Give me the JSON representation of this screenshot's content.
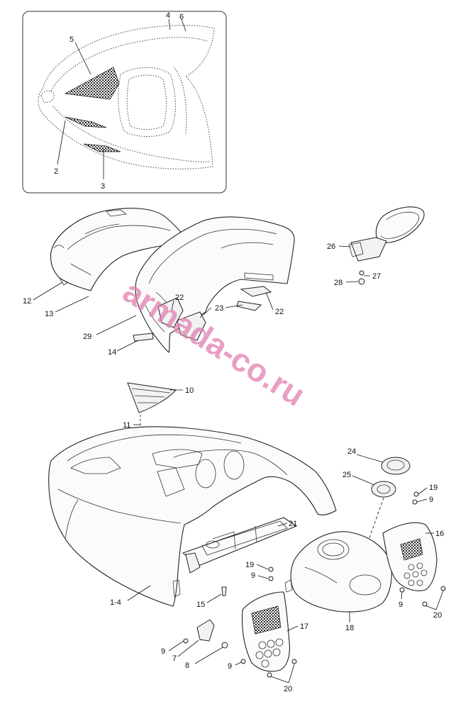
{
  "watermark": "armada-co.ru",
  "callouts": [
    {
      "id": "c4",
      "text": "4"
    },
    {
      "id": "c6",
      "text": "6"
    },
    {
      "id": "c5",
      "text": "5"
    },
    {
      "id": "c2",
      "text": "2"
    },
    {
      "id": "c3",
      "text": "3"
    },
    {
      "id": "c12",
      "text": "12"
    },
    {
      "id": "c13",
      "text": "13"
    },
    {
      "id": "c29",
      "text": "29"
    },
    {
      "id": "c14",
      "text": "14"
    },
    {
      "id": "c22a",
      "text": "22"
    },
    {
      "id": "c23",
      "text": "23"
    },
    {
      "id": "c22b",
      "text": "22"
    },
    {
      "id": "c26",
      "text": "26"
    },
    {
      "id": "c27",
      "text": "27"
    },
    {
      "id": "c28",
      "text": "28"
    },
    {
      "id": "c10",
      "text": "10"
    },
    {
      "id": "c11",
      "text": "11"
    },
    {
      "id": "c24",
      "text": "24"
    },
    {
      "id": "c25",
      "text": "25"
    },
    {
      "id": "c19a",
      "text": "19"
    },
    {
      "id": "c9a",
      "text": "9"
    },
    {
      "id": "c16",
      "text": "16"
    },
    {
      "id": "c21",
      "text": "21"
    },
    {
      "id": "c19b",
      "text": "19"
    },
    {
      "id": "c9b",
      "text": "9"
    },
    {
      "id": "c9c",
      "text": "9"
    },
    {
      "id": "c20a",
      "text": "20"
    },
    {
      "id": "c14b",
      "text": "1-4"
    },
    {
      "id": "c15",
      "text": "15"
    },
    {
      "id": "c18",
      "text": "18"
    },
    {
      "id": "c17",
      "text": "17"
    },
    {
      "id": "c9d",
      "text": "9"
    },
    {
      "id": "c7",
      "text": "7"
    },
    {
      "id": "c8",
      "text": "8"
    },
    {
      "id": "c9e",
      "text": "9"
    },
    {
      "id": "c20b",
      "text": "20"
    }
  ]
}
